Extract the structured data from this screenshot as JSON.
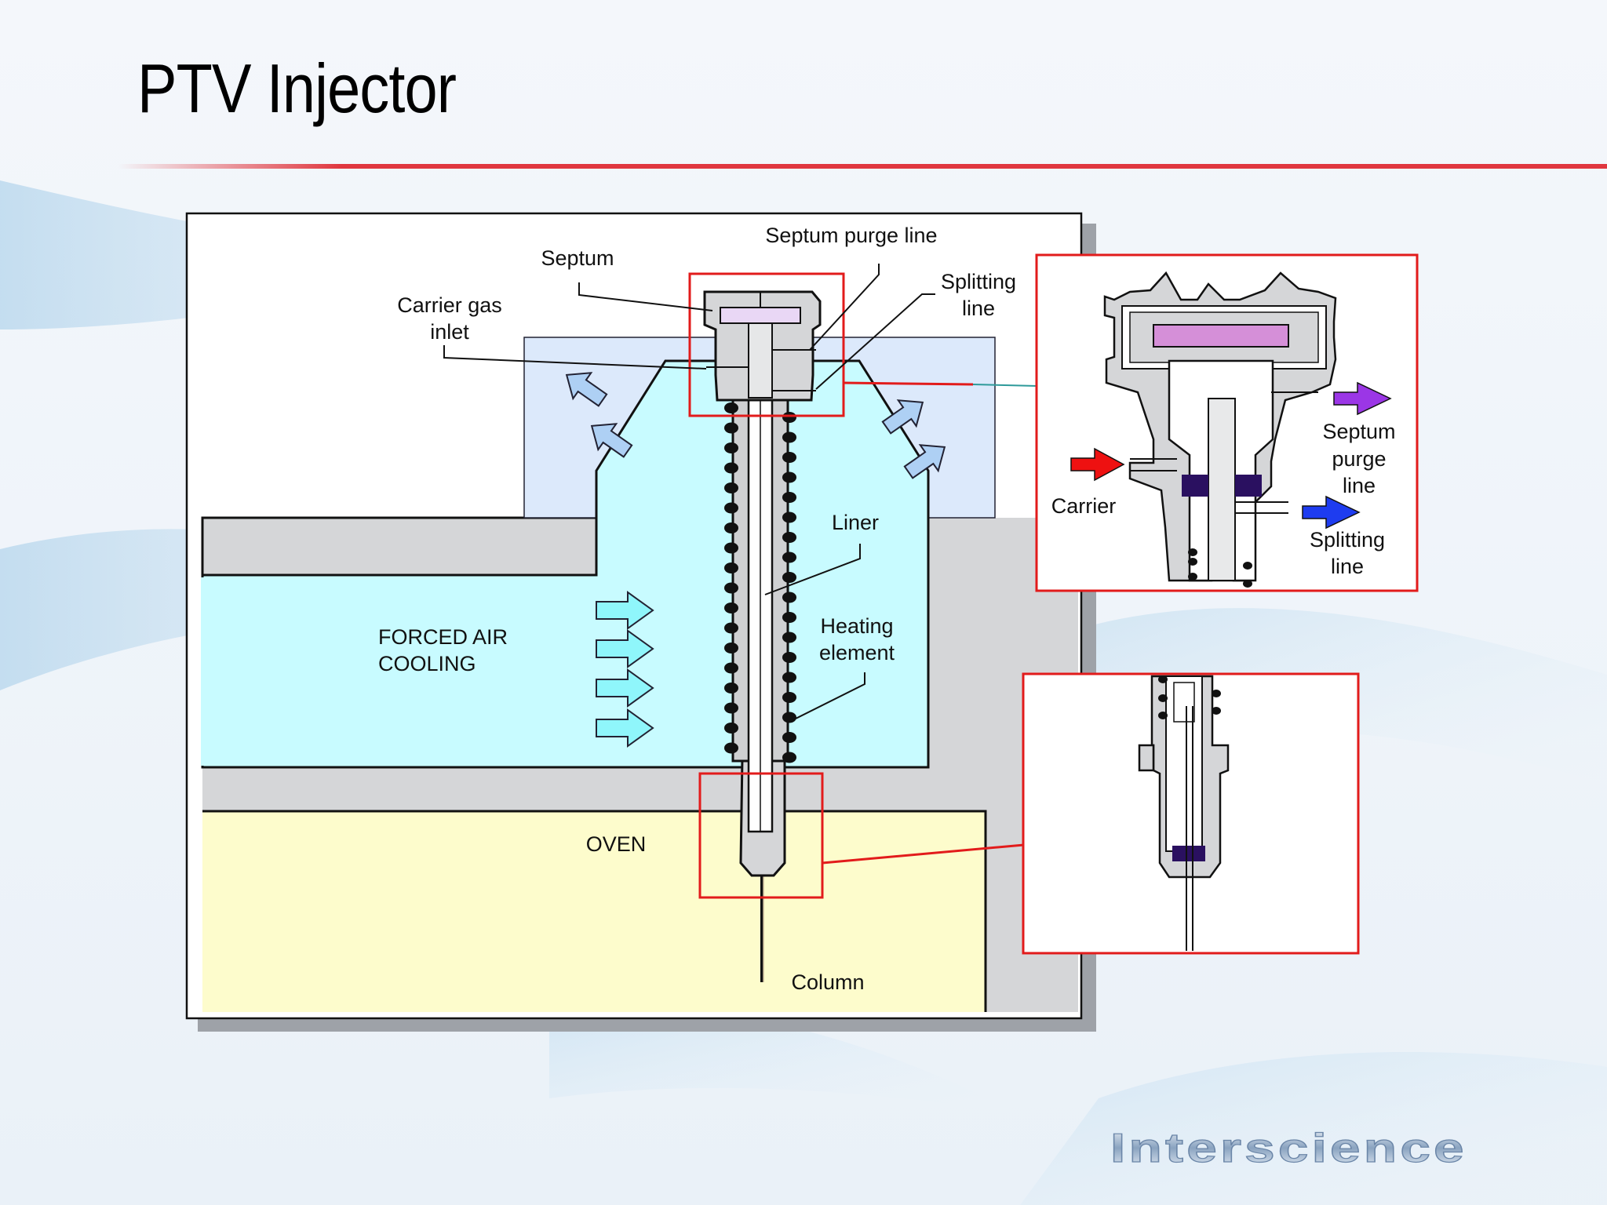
{
  "slide": {
    "title": "PTV Injector",
    "logo": "Interscience"
  },
  "labels": {
    "septum_purge_line": "Septum purge line",
    "septum": "Septum",
    "splitting_line": [
      "Splitting",
      "line"
    ],
    "carrier_gas_inlet": [
      "Carrier gas",
      "inlet"
    ],
    "liner": "Liner",
    "heating_element": [
      "Heating",
      "element"
    ],
    "forced_air_cooling": [
      "FORCED AIR",
      "COOLING"
    ],
    "oven": "OVEN",
    "column": "Column"
  },
  "detail_top": {
    "carrier": "Carrier",
    "septum_purge_line": [
      "Septum",
      "purge",
      "line"
    ],
    "splitting_line": [
      "Splitting",
      "line"
    ]
  },
  "colors": {
    "title_rule": "#e0373f",
    "callout_red": "#e21b1b",
    "cooling_air": "#c8fbff",
    "upper_zone": "#dce9fb",
    "oven": "#fdfccc",
    "housing_grey": "#d5d6d8",
    "septum_violet": "#d58fd8",
    "seal_dark": "#2a1060",
    "arrow_carrier": "#ee1111",
    "arrow_purge": "#9b36e6",
    "arrow_split": "#1e3cf0"
  }
}
